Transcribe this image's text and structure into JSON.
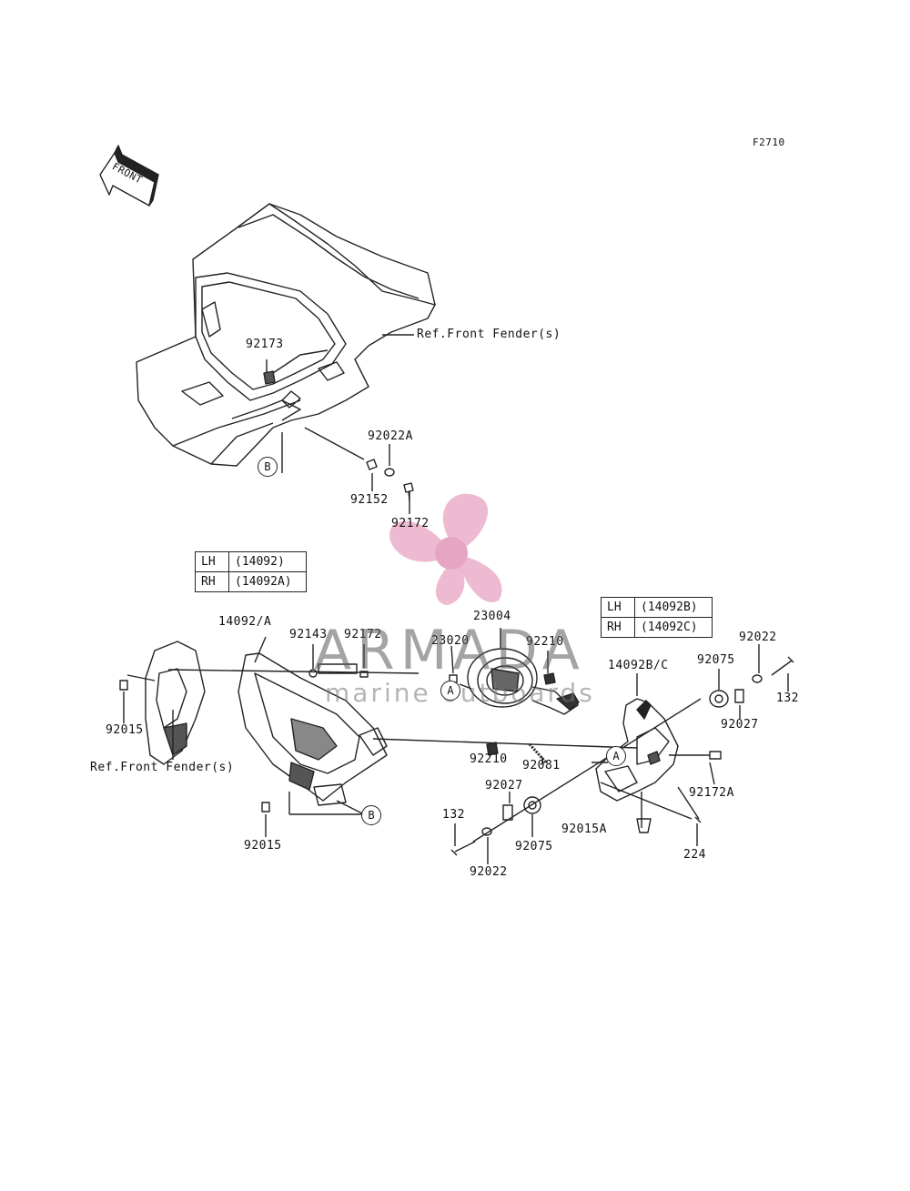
{
  "figure_code": "F2710",
  "front_label": "FRONT",
  "ref_front_fender_top": "Ref.Front Fender(s)",
  "ref_front_fender_left": "Ref.Front Fender(s)",
  "parts": {
    "p92173": "92173",
    "p92022A": "92022A",
    "p92152": "92152",
    "p92172_top": "92172",
    "p14092A": "14092/A",
    "p92143": "92143",
    "p92172_mid": "92172",
    "p23004": "23004",
    "p23020": "23020",
    "p92210_top": "92210",
    "p14092BC": "14092B/C",
    "p92075_right": "92075",
    "p92022_right": "92022",
    "p132_right": "132",
    "p92027_right": "92027",
    "p92015_left": "92015",
    "p92210_bottom": "92210",
    "p92081": "92081",
    "p92172A": "92172A",
    "p92027_bottom": "92027",
    "p132_bottom": "132",
    "p92075_bottom": "92075",
    "p92015A": "92015A",
    "p224": "224",
    "p92022_bottom": "92022",
    "p92015_bottom": "92015"
  },
  "markers": {
    "A1": "A",
    "A2": "A",
    "B1": "B",
    "B2": "B"
  },
  "table_left": {
    "rows": [
      {
        "side": "LH",
        "code": "(14092)"
      },
      {
        "side": "RH",
        "code": "(14092A)"
      }
    ]
  },
  "table_right": {
    "rows": [
      {
        "side": "LH",
        "code": "(14092B)"
      },
      {
        "side": "RH",
        "code": "(14092C)"
      }
    ]
  },
  "watermark": {
    "brand": "ARMADA",
    "tagline": "marine outboards",
    "logo_color": "#e9a6c4"
  }
}
